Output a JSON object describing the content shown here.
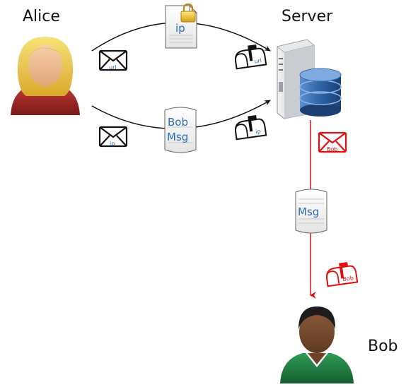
{
  "labels": {
    "alice": "Alice",
    "server": "Server",
    "bob": "Bob"
  },
  "messages": {
    "top_doc": "ip",
    "top_envelope": "url",
    "top_mailbox": "url",
    "bottom_doc_line1": "Bob",
    "bottom_doc_line2": "Msg",
    "bottom_envelope": "ip",
    "bottom_mailbox": "ip",
    "server_envelope": "Bob",
    "server_doc": "Msg",
    "bob_mailbox": "Bob"
  },
  "colors": {
    "black_arrow": "#111111",
    "red_arrow": "#e01010",
    "doc_text": "#2a6db8"
  },
  "icons": [
    "person-alice-icon",
    "server-database-icon",
    "person-bob-icon",
    "envelope-icon",
    "mailbox-icon",
    "document-icon",
    "padlock-icon"
  ]
}
